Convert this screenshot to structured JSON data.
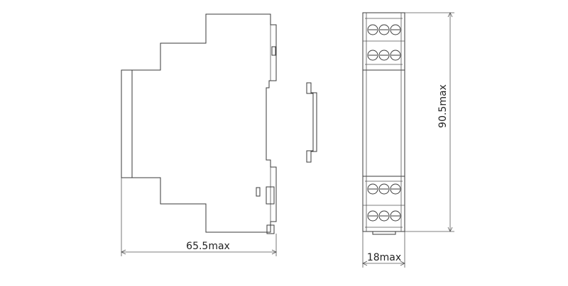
{
  "dimensions": {
    "width_label": "65.5max",
    "depth_label": "18max",
    "height_label": "90.5max"
  },
  "terminals": {
    "screws_per_block": 3,
    "blocks": [
      "top-outer",
      "top-inner",
      "bottom-inner",
      "bottom-outer"
    ]
  }
}
